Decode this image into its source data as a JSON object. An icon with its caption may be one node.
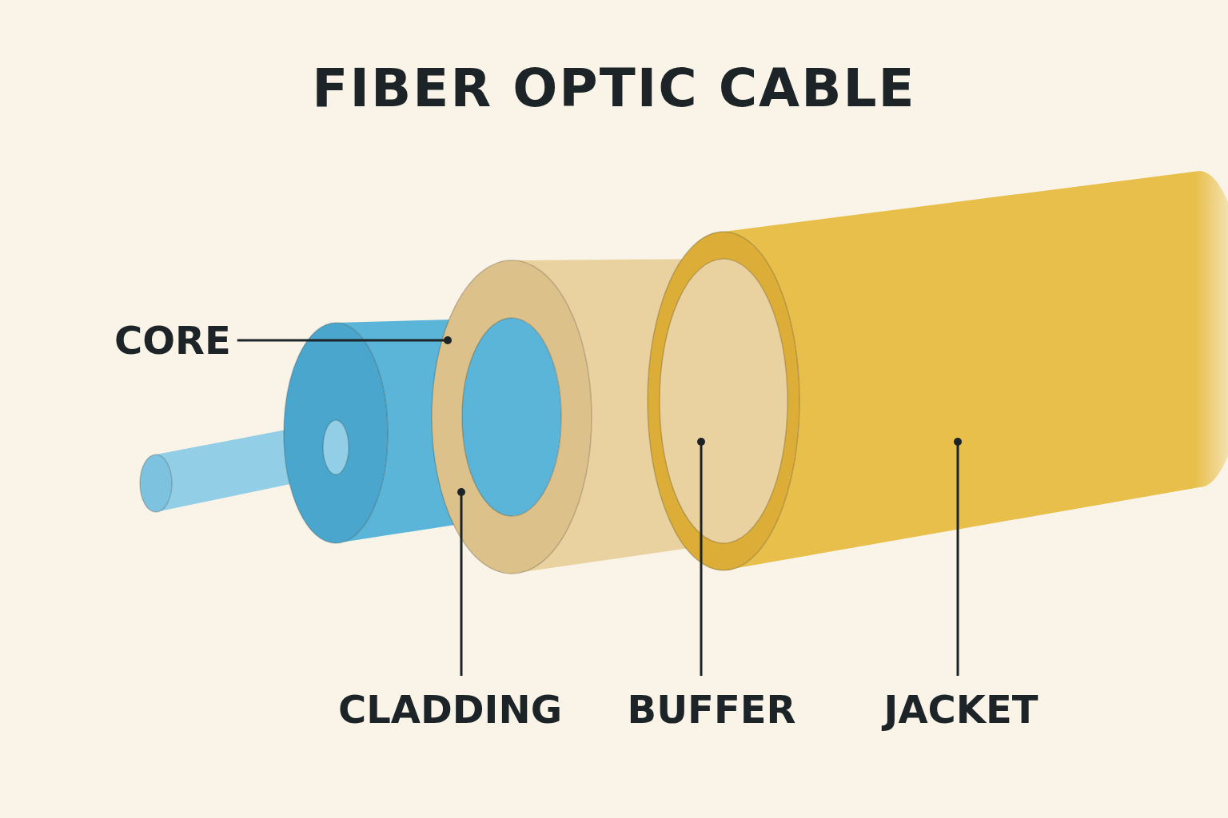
{
  "diagram": {
    "title": "FIBER OPTIC CABLE",
    "nodes": [
      {
        "text": [
          "CORE"
        ]
      },
      {
        "text": [
          "CLADDING"
        ]
      },
      {
        "text": [
          "BUFFER"
        ]
      },
      {
        "text": [
          "JACKET"
        ]
      },
      {
        "text": [],
        "shape": "cylinder"
      },
      {
        "text": [],
        "shape": "cylinder"
      },
      {
        "text": [],
        "shape": "cylinder"
      },
      {
        "text": [],
        "shape": "cylinder"
      }
    ],
    "edges": [
      {
        "from": 0,
        "to": 5,
        "arrow": "other"
      },
      {
        "from": 1,
        "to": 5,
        "arrow": "other"
      },
      {
        "from": 2,
        "to": 6,
        "arrow": "other"
      },
      {
        "from": 3,
        "to": 7,
        "arrow": "other"
      }
    ]
  }
}
